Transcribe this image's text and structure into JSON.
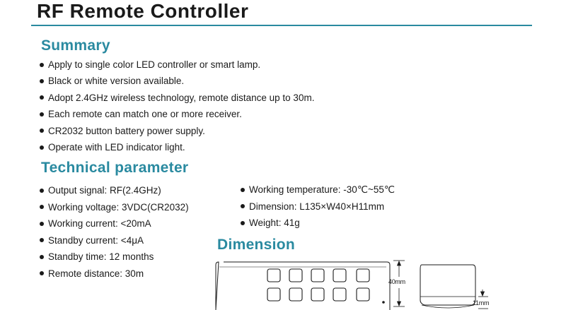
{
  "title": "RF Remote Controller",
  "summary": {
    "heading": "Summary",
    "items": [
      "Apply to single color LED controller or smart lamp.",
      "Black or white version available.",
      "Adopt 2.4GHz wireless technology, remote distance up to 30m.",
      "Each remote can match one or more receiver.",
      "CR2032 button battery power supply.",
      "Operate with LED indicator light."
    ]
  },
  "technical": {
    "heading": "Technical parameter",
    "left": [
      "Output signal: RF(2.4GHz)",
      "Working voltage: 3VDC(CR2032)",
      "Working current: <20mA",
      "Standby current: <4μA",
      "Standby time: 12 months",
      "Remote distance: 30m"
    ],
    "right": [
      "Working temperature: -30℃~55℃",
      "Dimension: L135×W40×H11mm",
      "Weight: 41g"
    ]
  },
  "dimension": {
    "heading": "Dimension",
    "width_label": "40mm",
    "height_label": "11mm"
  },
  "colors": {
    "accent": "#2a8aa0",
    "text": "#1a1a1a"
  }
}
